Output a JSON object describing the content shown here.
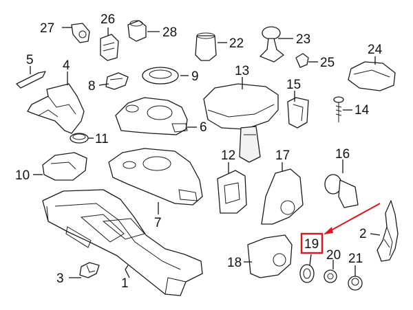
{
  "diagram": {
    "callouts": [
      {
        "id": "c1",
        "text": "1"
      },
      {
        "id": "c2",
        "text": "2"
      },
      {
        "id": "c3",
        "text": "3"
      },
      {
        "id": "c4",
        "text": "4"
      },
      {
        "id": "c5",
        "text": "5"
      },
      {
        "id": "c6",
        "text": "6"
      },
      {
        "id": "c7",
        "text": "7"
      },
      {
        "id": "c8",
        "text": "8"
      },
      {
        "id": "c9",
        "text": "9"
      },
      {
        "id": "c10",
        "text": "10"
      },
      {
        "id": "c11",
        "text": "11"
      },
      {
        "id": "c12",
        "text": "12"
      },
      {
        "id": "c13",
        "text": "13"
      },
      {
        "id": "c14",
        "text": "14"
      },
      {
        "id": "c15",
        "text": "15"
      },
      {
        "id": "c16",
        "text": "16"
      },
      {
        "id": "c17",
        "text": "17"
      },
      {
        "id": "c18",
        "text": "18"
      },
      {
        "id": "c19",
        "text": "19"
      },
      {
        "id": "c20",
        "text": "20"
      },
      {
        "id": "c21",
        "text": "21"
      },
      {
        "id": "c22",
        "text": "22"
      },
      {
        "id": "c23",
        "text": "23"
      },
      {
        "id": "c24",
        "text": "24"
      },
      {
        "id": "c25",
        "text": "25"
      },
      {
        "id": "c26",
        "text": "26"
      },
      {
        "id": "c27",
        "text": "27"
      },
      {
        "id": "c28",
        "text": "28"
      }
    ],
    "highlighted_callout": "19",
    "colors": {
      "highlight": "#e0151f",
      "line": "#1a1a1a"
    }
  }
}
